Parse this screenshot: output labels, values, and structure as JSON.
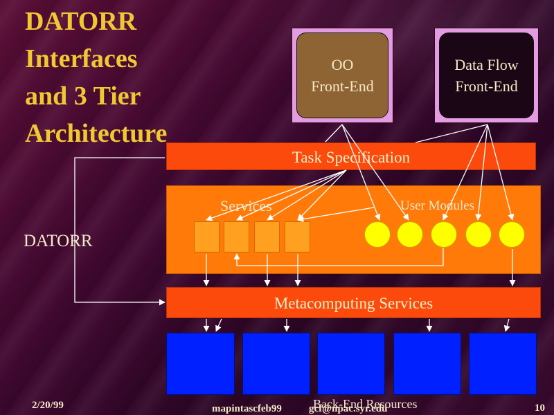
{
  "title_lines": [
    "DATORR",
    "Interfaces",
    "and 3 Tier",
    "Architecture"
  ],
  "frontends": {
    "oo": "OO\nFront-End",
    "dataflow": "Data Flow\nFront-End"
  },
  "tiers": {
    "task_specification": "Task Specification",
    "services": "Services",
    "user_modules": "User Modules",
    "datorr": "DATORR",
    "metacomputing": "Metacomputing Services",
    "backend": "Back-End Resources"
  },
  "footer": {
    "date": "2/20/99",
    "file": "mapintascfeb99",
    "email": "gcf@npac.syr.edu",
    "page": "10"
  },
  "colors": {
    "title": "#f0c832",
    "oo_frontend": "#8f6434",
    "dataflow_frontend": "#1a0614",
    "tier_bar": "#fb4a0c",
    "services_block": "#ff7a08",
    "service_box": "#ffa020",
    "user_module": "#ffff00",
    "backend": "#0020ff"
  }
}
